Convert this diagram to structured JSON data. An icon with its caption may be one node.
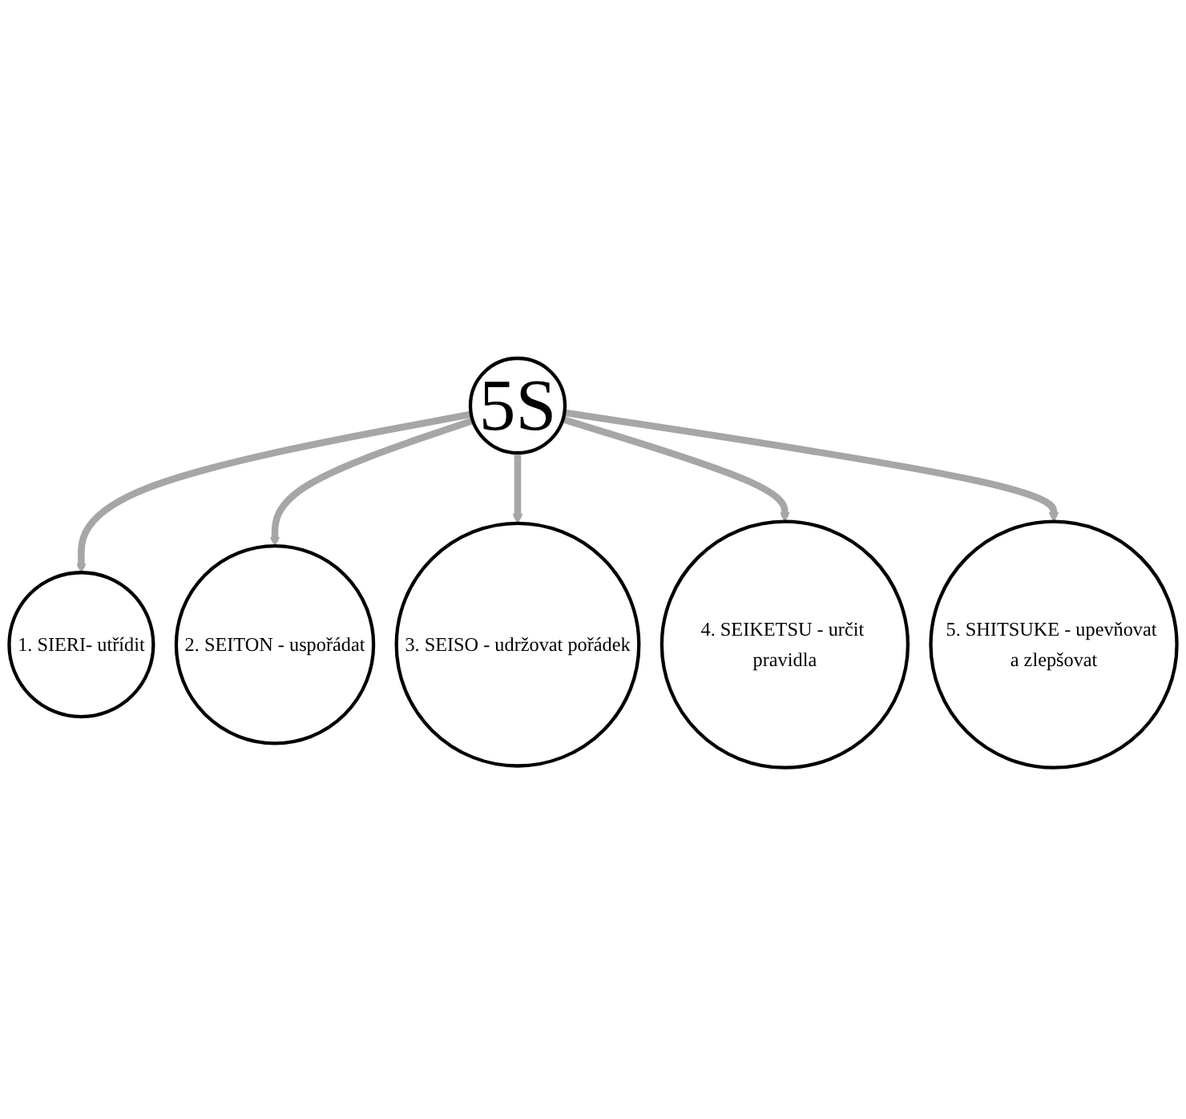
{
  "diagram": {
    "nodes": [
      {
        "text": [
          "5S"
        ]
      },
      {
        "text": [
          "1. SIERI- utřídit"
        ]
      },
      {
        "text": [
          "2. SEITON - uspořádat"
        ]
      },
      {
        "text": [
          "3. SEISO - udržovat pořádek"
        ]
      },
      {
        "text": [
          "4. SEIKETSU - určit pravidla"
        ]
      },
      {
        "text": [
          "5. SHITSUKE - upevňovat a zlepšovat"
        ]
      }
    ],
    "edges": [
      {
        "from": 0,
        "to": 1,
        "arrow": "to"
      },
      {
        "from": 0,
        "to": 2,
        "arrow": "to"
      },
      {
        "from": 0,
        "to": 3,
        "arrow": "to"
      },
      {
        "from": 0,
        "to": 4,
        "arrow": "to"
      },
      {
        "from": 0,
        "to": 5,
        "arrow": "to"
      }
    ]
  }
}
